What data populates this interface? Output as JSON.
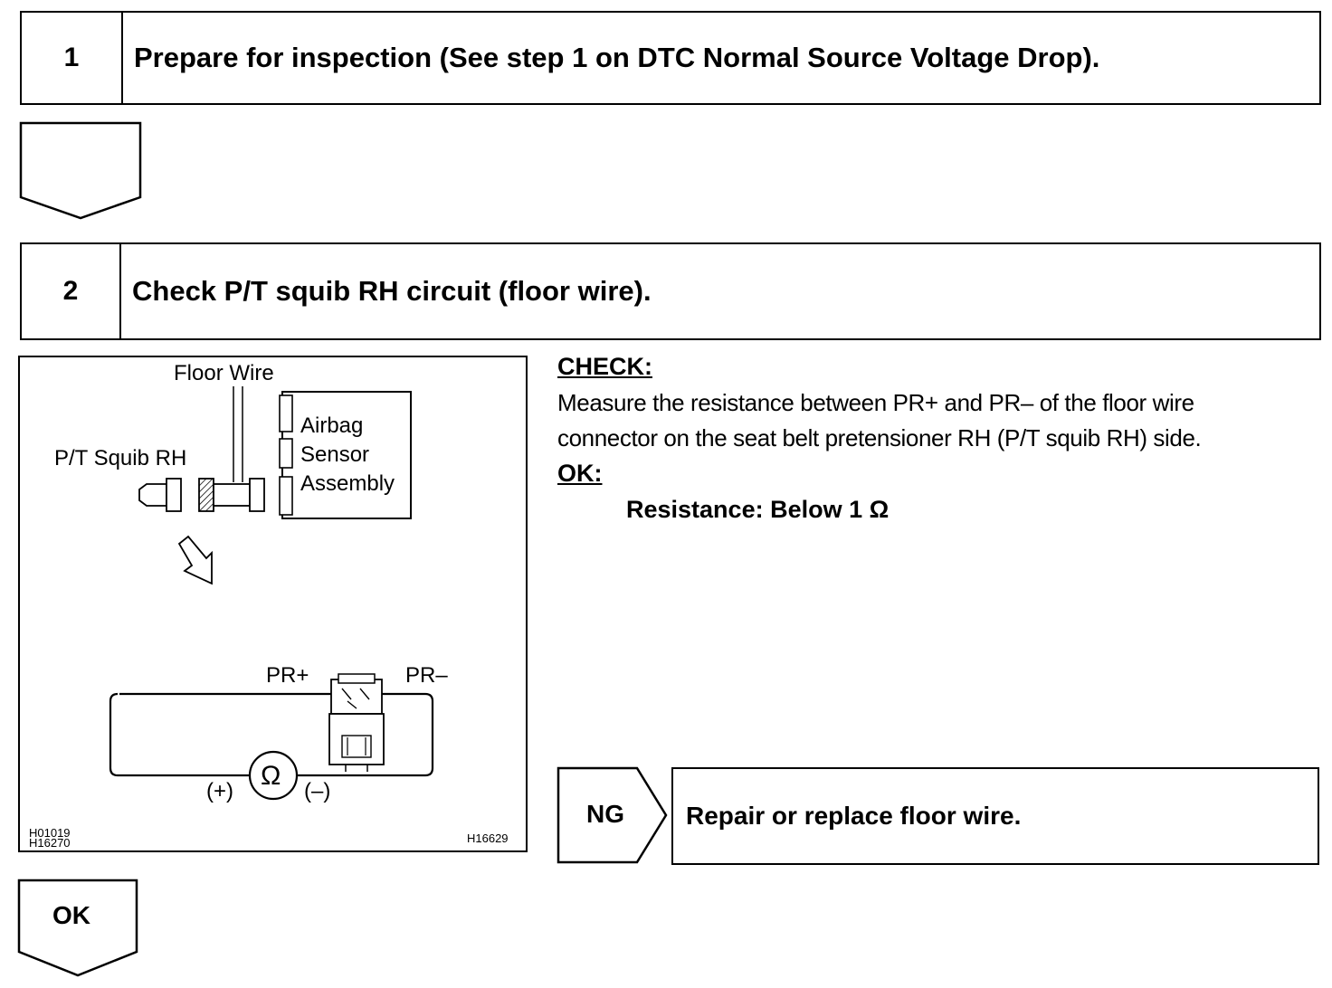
{
  "step1": {
    "number": "1",
    "title": "Prepare for inspection (See step 1 on DTC Normal Source Voltage Drop)."
  },
  "step2": {
    "number": "2",
    "title": "Check P/T squib RH circuit (floor wire)."
  },
  "figure": {
    "floor_wire_label": "Floor Wire",
    "squib_label": "P/T Squib RH",
    "sensor_label_line1": "Airbag",
    "sensor_label_line2": "Sensor",
    "sensor_label_line3": "Assembly",
    "pr_plus": "PR+",
    "pr_minus": "PR–",
    "meter_symbol": "Ω",
    "meter_plus": "(+)",
    "meter_minus": "(–)",
    "code_left_1": "H01019",
    "code_left_2": "H16270",
    "code_right": "H16629"
  },
  "check": {
    "heading": "CHECK:",
    "line1": "Measure the resistance between PR+ and PR– of the floor wire",
    "line2": "connector on the seat belt pretensioner RH (P/T squib RH) side.",
    "ok_heading": "OK:",
    "spec": "Resistance: Below 1 Ω"
  },
  "ng": {
    "label": "NG",
    "action": "Repair or replace floor wire."
  },
  "ok": {
    "label": "OK"
  }
}
